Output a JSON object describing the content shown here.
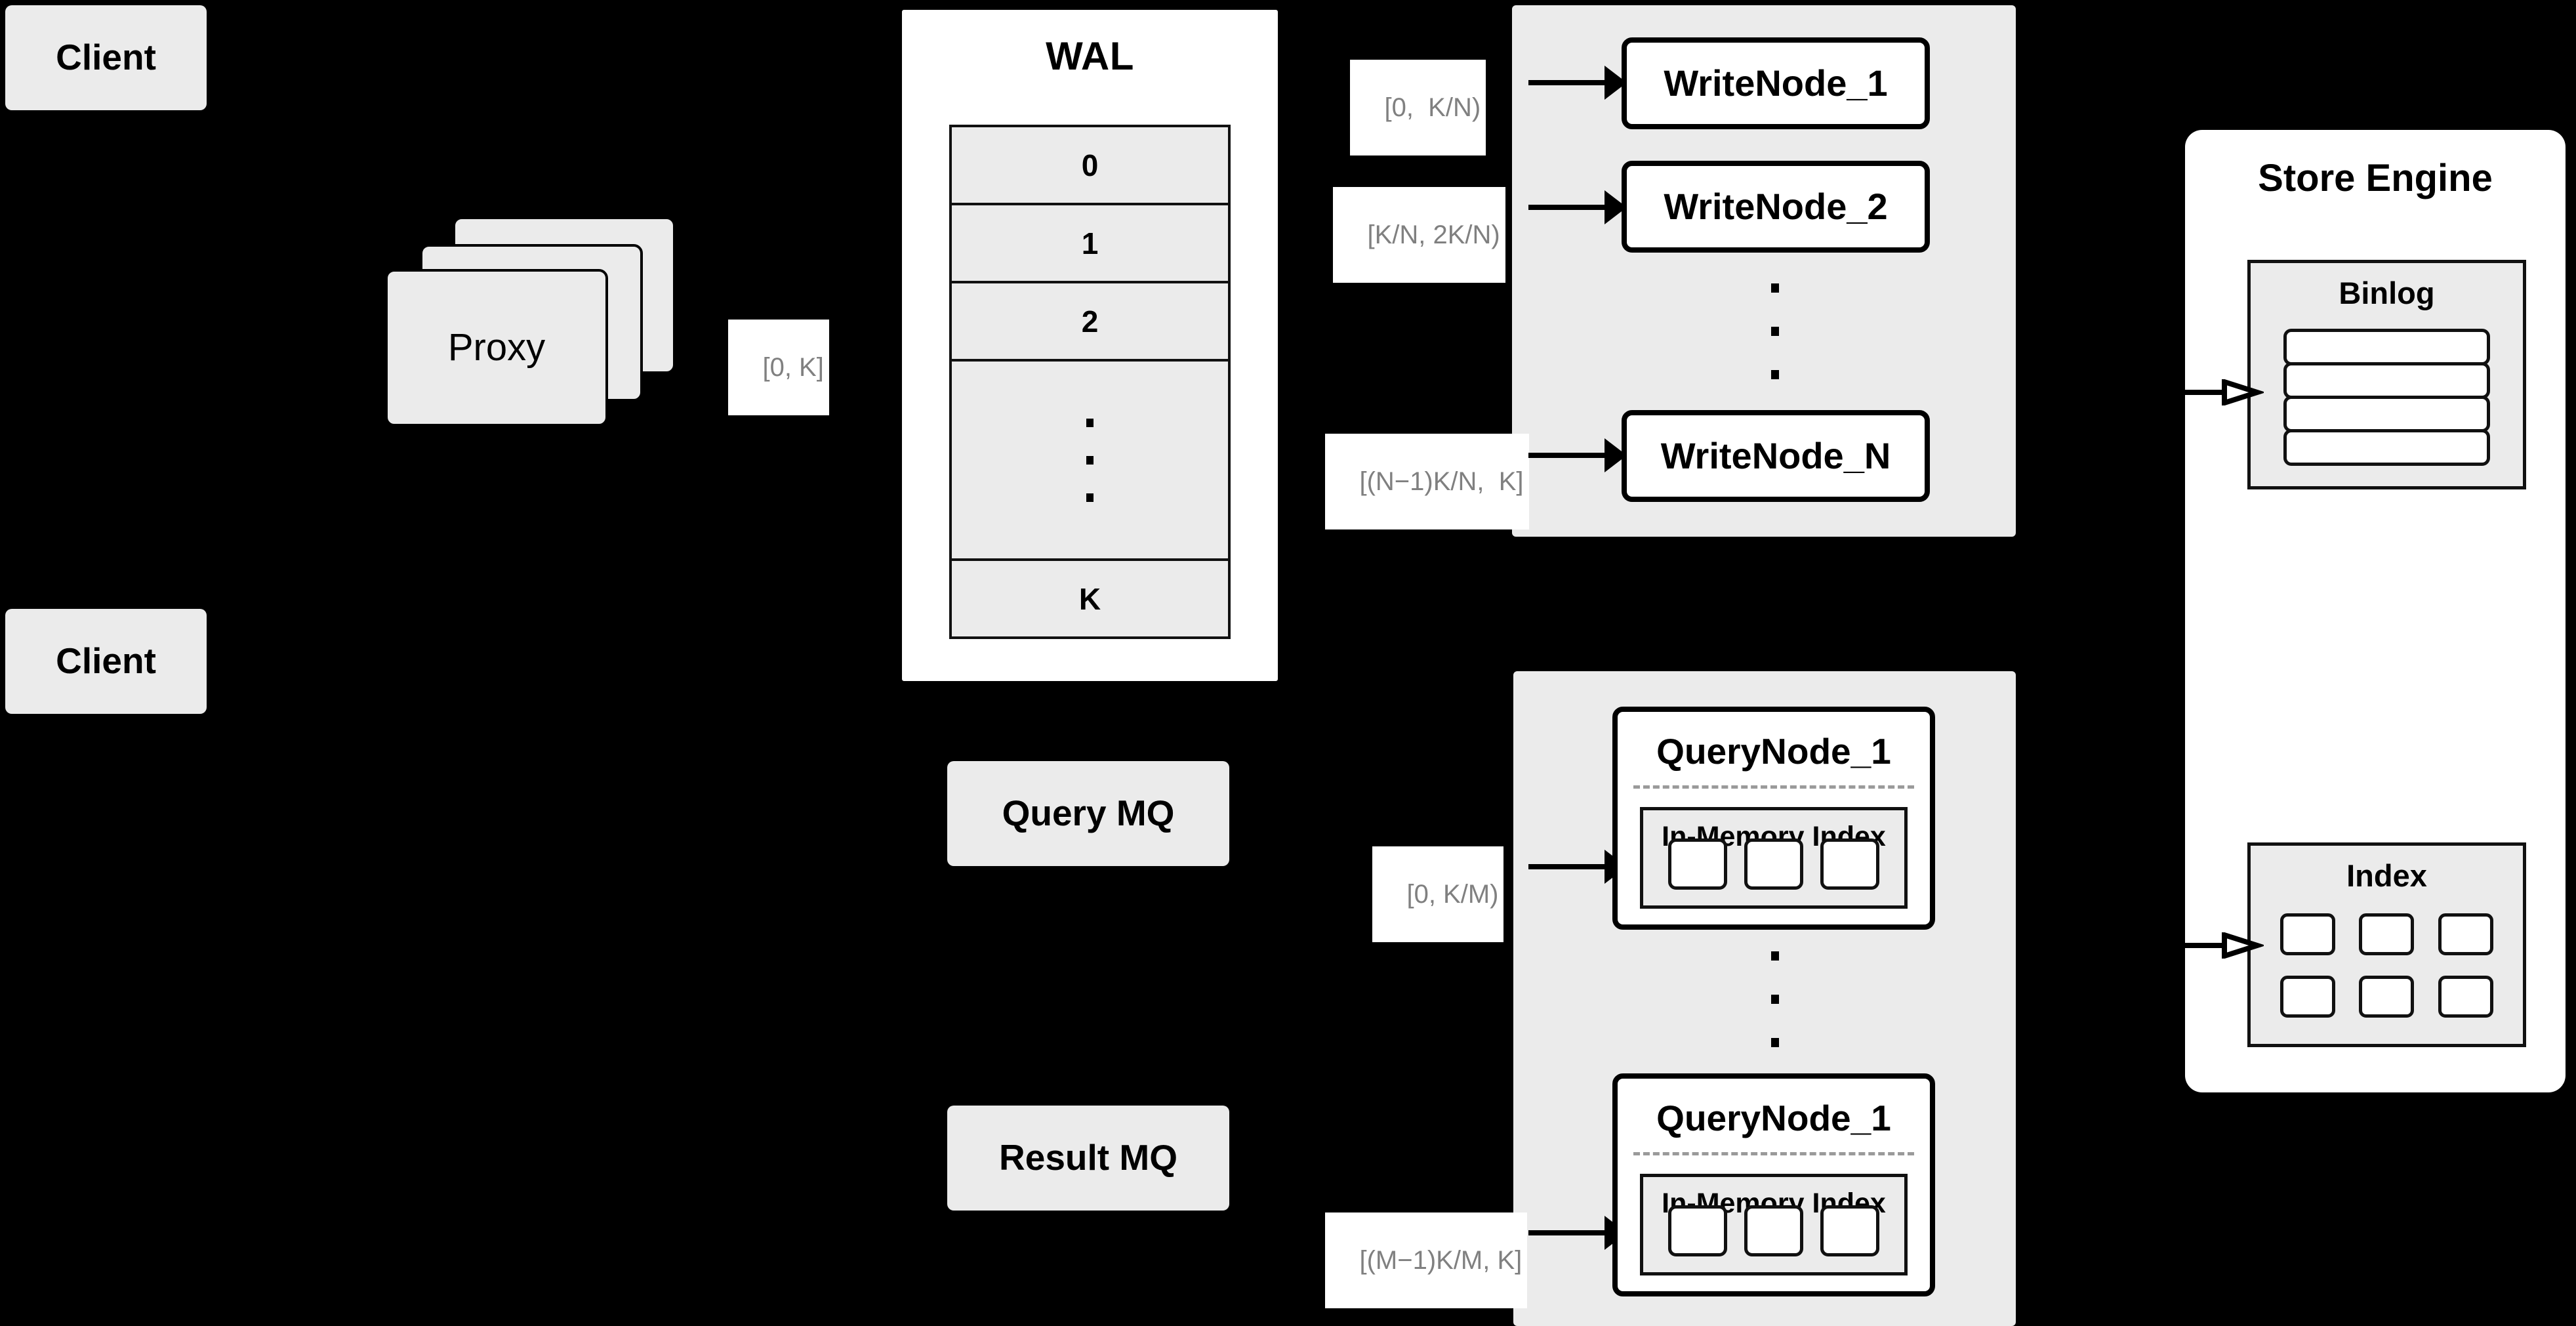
{
  "diagram": {
    "title": "Distributed write/query architecture",
    "background": "#000000",
    "panel_fill": "#ebebeb",
    "card_fill": "#ffffff",
    "label_text_color": "#808080",
    "label_bg_color": "#ffffff"
  },
  "clients": [
    {
      "label": "Client"
    },
    {
      "label": "Client"
    }
  ],
  "proxy": {
    "label": "Proxy",
    "stack_count": 3
  },
  "edge_labels": {
    "proxy_to_wal": "[0, K]",
    "write_1": "[0,  K/N)",
    "write_2": "[K/N, 2K/N)",
    "write_n": "[(N−1)K/N,  K]",
    "query_1": "[0, K/M)",
    "query_m": "[(M−1)K/M, K]"
  },
  "wal": {
    "title": "WAL",
    "rows": [
      "0",
      "1",
      "2",
      "⋮",
      "K"
    ]
  },
  "write_cluster": {
    "nodes": [
      {
        "label": "WriteNode_1"
      },
      {
        "label": "WriteNode_2"
      },
      {
        "label": "WriteNode_N"
      }
    ],
    "ellipsis": "⋮"
  },
  "query_cluster": {
    "nodes": [
      {
        "label": "QueryNode_1",
        "index_title": "In-Memory Index",
        "index_cells": 3
      },
      {
        "label": "QueryNode_1",
        "index_title": "In-Memory Index",
        "index_cells": 3
      }
    ],
    "ellipsis": "⋮"
  },
  "message_queues": [
    {
      "label": "Query MQ"
    },
    {
      "label": "Result MQ"
    }
  ],
  "store_engine": {
    "title": "Store Engine",
    "binlog": {
      "title": "Binlog",
      "rows": 4
    },
    "index": {
      "title": "Index",
      "cells": 6
    }
  }
}
